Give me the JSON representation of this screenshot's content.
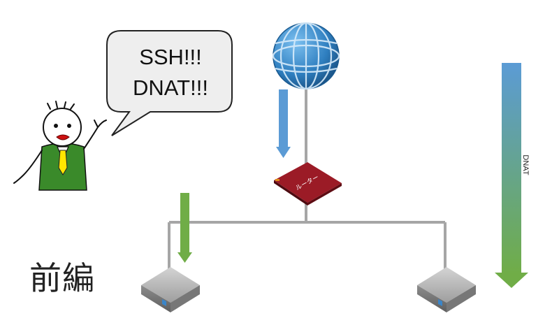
{
  "speech_bubble": {
    "line1": "SSH!!!",
    "line2": "DNAT!!!"
  },
  "router": {
    "label": "ルーター"
  },
  "flow_arrow": {
    "label": "DNAT"
  },
  "page_label": "前編",
  "colors": {
    "globe": "#2f7fc0",
    "router": "#7a0f17",
    "blue_arrow": "#5b9bd5",
    "green_arrow": "#70ad47",
    "network_line": "#a6a6a6",
    "server": "#9a9a9a",
    "tie": "#ffe600",
    "jacket": "#3a8a2a"
  },
  "icons": [
    "globe-icon",
    "router-icon",
    "server-icon",
    "person-icon"
  ]
}
